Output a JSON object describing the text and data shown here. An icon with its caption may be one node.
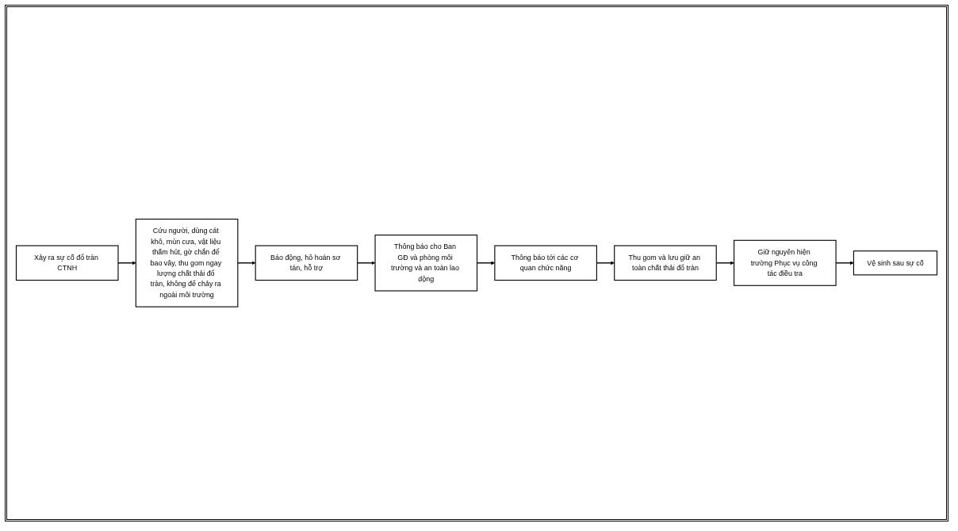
{
  "diagram": {
    "nodes": [
      {
        "text": [
          "Xảy ra sự cố đổ tràn CTNH"
        ]
      },
      {
        "text": [
          "Cứu người, dùng cát khô, mùn cưa, vật liệu thấm hút, gờ chắn để bao vây, thu gom ngay lượng chất thải đổ tràn, không để chảy ra ngoài môi trường"
        ]
      },
      {
        "text": [
          "Báo động, hô hoán sơ tán, hỗ trợ"
        ]
      },
      {
        "text": [
          "Thông báo cho Ban GĐ và phòng môi trường và an toàn lao dộng"
        ]
      },
      {
        "text": [
          "Thông báo tới các cơ quan chức năng"
        ]
      },
      {
        "text": [
          "Thu gom và lưu giữ an toàn chất thải đổ tràn"
        ]
      },
      {
        "text": [
          "Giữ nguyên hiện trường Phục vụ công tác điều tra"
        ]
      },
      {
        "text": [
          "Vệ sinh sau sự cố"
        ]
      }
    ],
    "edges": [
      {
        "from": 0,
        "to": 1,
        "arrow": "to"
      },
      {
        "from": 1,
        "to": 2,
        "arrow": "to"
      },
      {
        "from": 2,
        "to": 3,
        "arrow": "to"
      },
      {
        "from": 3,
        "to": 4,
        "arrow": "to"
      },
      {
        "from": 4,
        "to": 5,
        "arrow": "to"
      },
      {
        "from": 5,
        "to": 6,
        "arrow": "to"
      },
      {
        "from": 6,
        "to": 7,
        "arrow": "to"
      }
    ]
  }
}
